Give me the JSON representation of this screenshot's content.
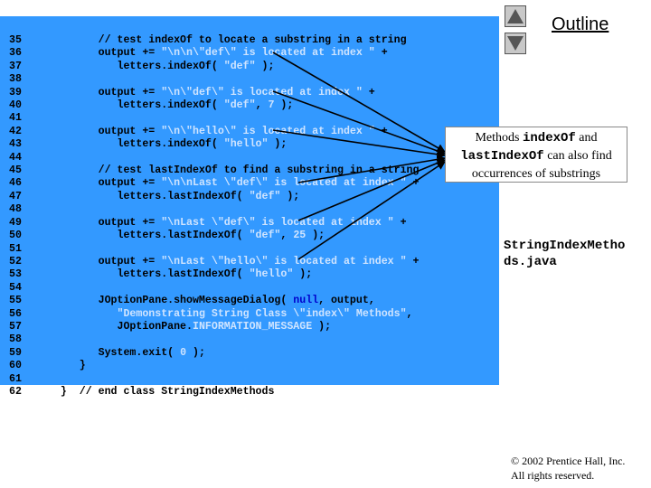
{
  "outline_title": "Outline",
  "nav": {
    "up_icon": "triangle-up-icon",
    "down_icon": "triangle-down-icon"
  },
  "callout": {
    "pre": "Methods ",
    "method1": "indexOf",
    "mid1": " and ",
    "method2": "lastIndexOf",
    "post": " can also find occurrences of substrings"
  },
  "filename": {
    "line1": "StringIndexMetho",
    "line2": "ds.java"
  },
  "copyright": {
    "symbol": "©",
    "line1": " 2002 Prentice Hall, Inc.",
    "line2": "All rights reserved."
  },
  "colors": {
    "panel": "#3399ff",
    "string": "#cfe4ff",
    "keyword": "#0000cc"
  },
  "code_lines": [
    {
      "n": "35",
      "parts": [
        {
          "t": "         // test indexOf to locate a substring in a string",
          "c": "cm"
        }
      ]
    },
    {
      "n": "36",
      "parts": [
        {
          "t": "         output += ",
          "c": ""
        },
        {
          "t": "\"\\n\\n\\\"def\\\" is located at index \"",
          "c": "st"
        },
        {
          "t": " +",
          "c": ""
        }
      ]
    },
    {
      "n": "37",
      "parts": [
        {
          "t": "            letters.indexOf( ",
          "c": ""
        },
        {
          "t": "\"def\"",
          "c": "st"
        },
        {
          "t": " );",
          "c": ""
        }
      ]
    },
    {
      "n": "38",
      "parts": []
    },
    {
      "n": "39",
      "parts": [
        {
          "t": "         output += ",
          "c": ""
        },
        {
          "t": "\"\\n\\\"def\\\" is located at index \"",
          "c": "st"
        },
        {
          "t": " +",
          "c": ""
        }
      ]
    },
    {
      "n": "40",
      "parts": [
        {
          "t": "            letters.indexOf( ",
          "c": ""
        },
        {
          "t": "\"def\"",
          "c": "st"
        },
        {
          "t": ", ",
          "c": ""
        },
        {
          "t": "7",
          "c": "st"
        },
        {
          "t": " );",
          "c": ""
        }
      ]
    },
    {
      "n": "41",
      "parts": []
    },
    {
      "n": "42",
      "parts": [
        {
          "t": "         output += ",
          "c": ""
        },
        {
          "t": "\"\\n\\\"hello\\\" is located at index \"",
          "c": "st"
        },
        {
          "t": " +",
          "c": ""
        }
      ]
    },
    {
      "n": "43",
      "parts": [
        {
          "t": "            letters.indexOf( ",
          "c": ""
        },
        {
          "t": "\"hello\"",
          "c": "st"
        },
        {
          "t": " );",
          "c": ""
        }
      ]
    },
    {
      "n": "44",
      "parts": []
    },
    {
      "n": "45",
      "parts": [
        {
          "t": "         // test lastIndexOf to find a substring in a string",
          "c": "cm"
        }
      ]
    },
    {
      "n": "46",
      "parts": [
        {
          "t": "         output += ",
          "c": ""
        },
        {
          "t": "\"\\n\\nLast \\\"def\\\" is located at index \"",
          "c": "st"
        },
        {
          "t": " +",
          "c": ""
        }
      ]
    },
    {
      "n": "47",
      "parts": [
        {
          "t": "            letters.lastIndexOf( ",
          "c": ""
        },
        {
          "t": "\"def\"",
          "c": "st"
        },
        {
          "t": " );",
          "c": ""
        }
      ]
    },
    {
      "n": "48",
      "parts": []
    },
    {
      "n": "49",
      "parts": [
        {
          "t": "         output += ",
          "c": ""
        },
        {
          "t": "\"\\nLast \\\"def\\\" is located at index \"",
          "c": "st"
        },
        {
          "t": " +",
          "c": ""
        }
      ]
    },
    {
      "n": "50",
      "parts": [
        {
          "t": "            letters.lastIndexOf( ",
          "c": ""
        },
        {
          "t": "\"def\"",
          "c": "st"
        },
        {
          "t": ", ",
          "c": ""
        },
        {
          "t": "25",
          "c": "st"
        },
        {
          "t": " );",
          "c": ""
        }
      ]
    },
    {
      "n": "51",
      "parts": []
    },
    {
      "n": "52",
      "parts": [
        {
          "t": "         output += ",
          "c": ""
        },
        {
          "t": "\"\\nLast \\\"hello\\\" is located at index \"",
          "c": "st"
        },
        {
          "t": " +",
          "c": ""
        }
      ]
    },
    {
      "n": "53",
      "parts": [
        {
          "t": "            letters.lastIndexOf( ",
          "c": ""
        },
        {
          "t": "\"hello\"",
          "c": "st"
        },
        {
          "t": " );",
          "c": ""
        }
      ]
    },
    {
      "n": "54",
      "parts": []
    },
    {
      "n": "55",
      "parts": [
        {
          "t": "         JOptionPane.showMessageDialog( ",
          "c": ""
        },
        {
          "t": "null",
          "c": "kw"
        },
        {
          "t": ", output,",
          "c": ""
        }
      ]
    },
    {
      "n": "56",
      "parts": [
        {
          "t": "            ",
          "c": ""
        },
        {
          "t": "\"Demonstrating String Class \\\"index\\\" Methods\"",
          "c": "st"
        },
        {
          "t": ",",
          "c": ""
        }
      ]
    },
    {
      "n": "57",
      "parts": [
        {
          "t": "            JOptionPane.",
          "c": ""
        },
        {
          "t": "INFORMATION_MESSAGE",
          "c": "fd"
        },
        {
          "t": " );",
          "c": ""
        }
      ]
    },
    {
      "n": "58",
      "parts": []
    },
    {
      "n": "59",
      "parts": [
        {
          "t": "         System.exit( ",
          "c": ""
        },
        {
          "t": "0",
          "c": "st"
        },
        {
          "t": " );",
          "c": ""
        }
      ]
    },
    {
      "n": "60",
      "parts": [
        {
          "t": "      }",
          "c": ""
        }
      ]
    },
    {
      "n": "61",
      "parts": []
    },
    {
      "n": "62",
      "parts": [
        {
          "t": "   }  // end class StringIndexMethods",
          "c": "cm"
        }
      ]
    }
  ]
}
